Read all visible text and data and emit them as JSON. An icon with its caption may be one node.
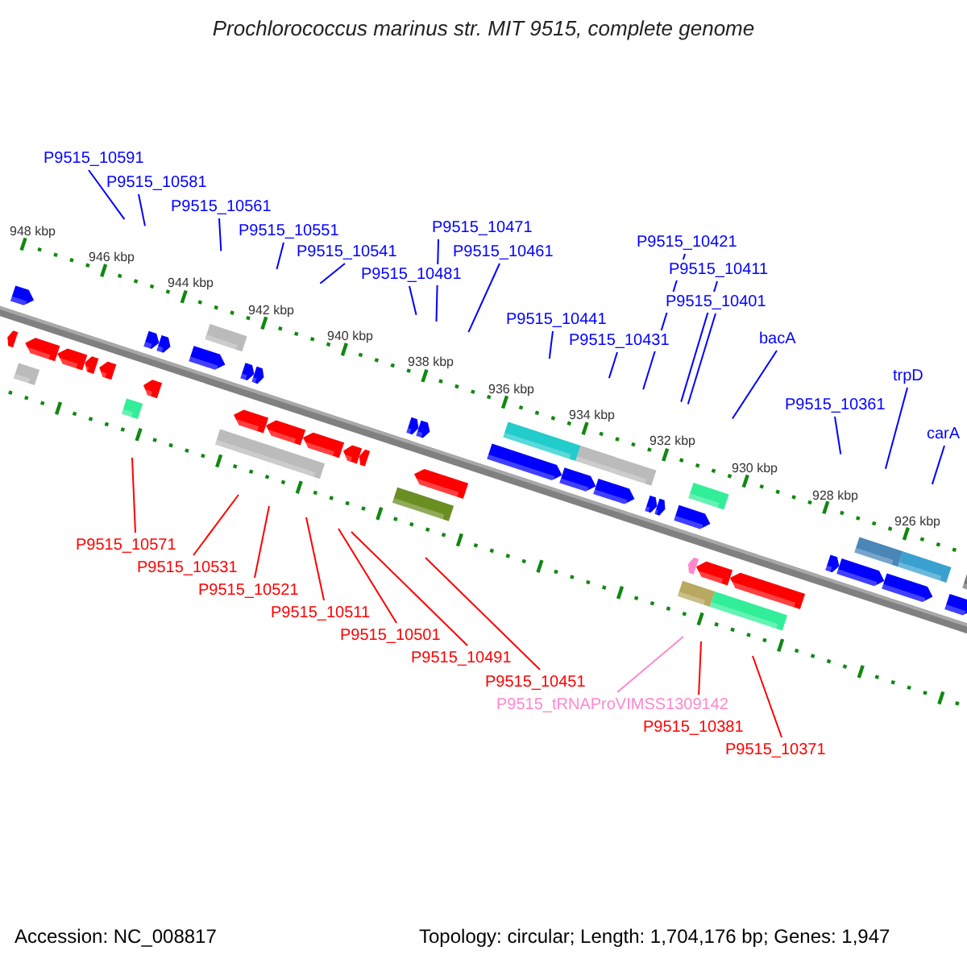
{
  "diagram": {
    "title": "Prochlorococcus marinus str. MIT 9515, complete genome",
    "nodes": [
      {
        "text": [
          "P9515_10591"
        ]
      },
      {
        "text": [
          "P9515_10581"
        ]
      },
      {
        "text": [
          "P9515_10561"
        ]
      },
      {
        "text": [
          "P9515_10551"
        ]
      },
      {
        "text": [
          "P9515_10541"
        ]
      },
      {
        "text": [
          "P9515_10481"
        ]
      },
      {
        "text": [
          "P9515_10471"
        ]
      },
      {
        "text": [
          "P9515_10461"
        ]
      },
      {
        "text": [
          "P9515_10441"
        ]
      },
      {
        "text": [
          "P9515_10431"
        ]
      },
      {
        "text": [
          "P9515_10421"
        ]
      },
      {
        "text": [
          "P9515_10411"
        ]
      },
      {
        "text": [
          "P9515_10401"
        ]
      },
      {
        "text": [
          "bacA"
        ]
      },
      {
        "text": [
          "P9515_10361"
        ]
      },
      {
        "text": [
          "trpD"
        ]
      },
      {
        "text": [
          "carA"
        ]
      },
      {
        "text": [
          "P9515_10571"
        ]
      },
      {
        "text": [
          "P9515_10531"
        ]
      },
      {
        "text": [
          "P9515_10521"
        ]
      },
      {
        "text": [
          "P9515_10511"
        ]
      },
      {
        "text": [
          "P9515_10501"
        ]
      },
      {
        "text": [
          "P9515_10491"
        ]
      },
      {
        "text": [
          "P9515_10451"
        ]
      },
      {
        "text": [
          "P9515_tRNAProVIMSS1309142"
        ]
      },
      {
        "text": [
          "P9515_10381"
        ]
      },
      {
        "text": [
          "P9515_10371"
        ]
      }
    ],
    "edges": [
      {
        "from": 0,
        "to": null,
        "arrow": "none"
      },
      {
        "from": 1,
        "to": null,
        "arrow": "none"
      },
      {
        "from": 2,
        "to": null,
        "arrow": "none"
      },
      {
        "from": 3,
        "to": null,
        "arrow": "none"
      },
      {
        "from": 4,
        "to": null,
        "arrow": "none"
      },
      {
        "from": 5,
        "to": null,
        "arrow": "none"
      },
      {
        "from": 6,
        "to": null,
        "arrow": "none"
      },
      {
        "from": 7,
        "to": null,
        "arrow": "none"
      },
      {
        "from": 8,
        "to": null,
        "arrow": "none"
      },
      {
        "from": 9,
        "to": null,
        "arrow": "none"
      },
      {
        "from": 10,
        "to": null,
        "arrow": "none"
      },
      {
        "from": 11,
        "to": null,
        "arrow": "none"
      },
      {
        "from": 12,
        "to": null,
        "arrow": "none"
      },
      {
        "from": 13,
        "to": null,
        "arrow": "none"
      },
      {
        "from": 14,
        "to": null,
        "arrow": "none"
      },
      {
        "from": 15,
        "to": null,
        "arrow": "none"
      },
      {
        "from": 16,
        "to": null,
        "arrow": "none"
      },
      {
        "from": 17,
        "to": null,
        "arrow": "none",
        "color": "#ff0000"
      },
      {
        "from": 18,
        "to": null,
        "arrow": "none",
        "color": "#ff0000"
      },
      {
        "from": 19,
        "to": null,
        "arrow": "none",
        "color": "#ff0000"
      },
      {
        "from": 20,
        "to": null,
        "arrow": "none",
        "color": "#ff0000"
      },
      {
        "from": 21,
        "to": null,
        "arrow": "none",
        "color": "#ff0000"
      },
      {
        "from": 22,
        "to": null,
        "arrow": "none",
        "color": "#ff0000"
      },
      {
        "from": 23,
        "to": null,
        "arrow": "none",
        "color": "#ff0000"
      },
      {
        "from": 24,
        "to": null,
        "arrow": "none",
        "color": "#ff88cc"
      },
      {
        "from": 25,
        "to": null,
        "arrow": "none",
        "color": "#ff0000"
      },
      {
        "from": 26,
        "to": null,
        "arrow": "none",
        "color": "#ff0000"
      }
    ],
    "labels": [
      "948 kbp",
      "946 kbp",
      "944 kbp",
      "942 kbp",
      "940 kbp",
      "938 kbp",
      "936 kbp",
      "934 kbp",
      "932 kbp",
      "930 kbp",
      "928 kbp",
      "926 kbp",
      "Accession: NC_008817",
      "Topology: circular; Length: 1,704,176 bp; Genes: 1,947"
    ]
  }
}
